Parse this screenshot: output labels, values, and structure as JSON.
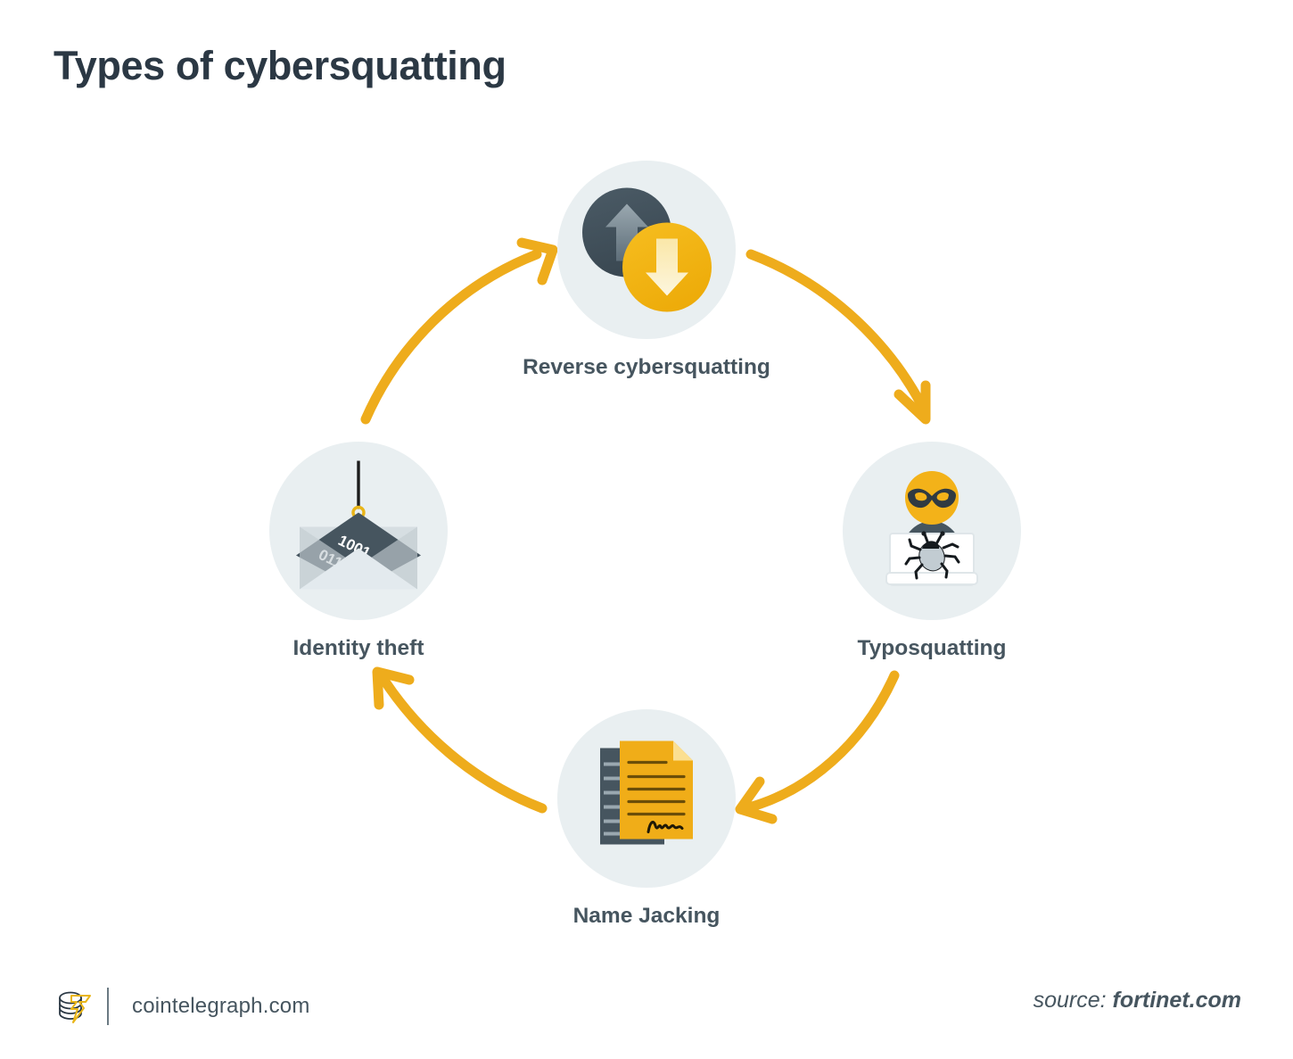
{
  "page": {
    "title": "Types of cybersquatting",
    "background_color": "#ffffff"
  },
  "theme": {
    "accent_yellow": "#f0b21b",
    "arrow_yellow": "#eeac1c",
    "dark_slate": "#46555f",
    "title_color": "#2b3844",
    "circle_bg": "#e9eff1"
  },
  "diagram": {
    "type": "cycle",
    "direction": "counter-clockwise",
    "nodes": [
      {
        "id": "reverse",
        "label": "Reverse cybersquatting",
        "icon": "two-overlapping-circles-up-down-arrows-icon",
        "position": "top"
      },
      {
        "id": "typo",
        "label": "Typosquatting",
        "icon": "masked-hacker-laptop-bug-icon",
        "position": "right"
      },
      {
        "id": "name",
        "label": "Name Jacking",
        "icon": "signed-documents-icon",
        "position": "bottom"
      },
      {
        "id": "identity",
        "label": "Identity theft",
        "icon": "envelope-fishing-hook-binary-icon",
        "position": "left"
      }
    ],
    "arrows": [
      {
        "from": "reverse",
        "to": "typo"
      },
      {
        "from": "typo",
        "to": "name"
      },
      {
        "from": "name",
        "to": "identity"
      },
      {
        "from": "identity",
        "to": "reverse"
      }
    ]
  },
  "footer": {
    "logo": "cointelegraph-coin-stack-logo",
    "site": "cointelegraph.com",
    "source_label": "source:",
    "source_value": "fortinet.com"
  }
}
